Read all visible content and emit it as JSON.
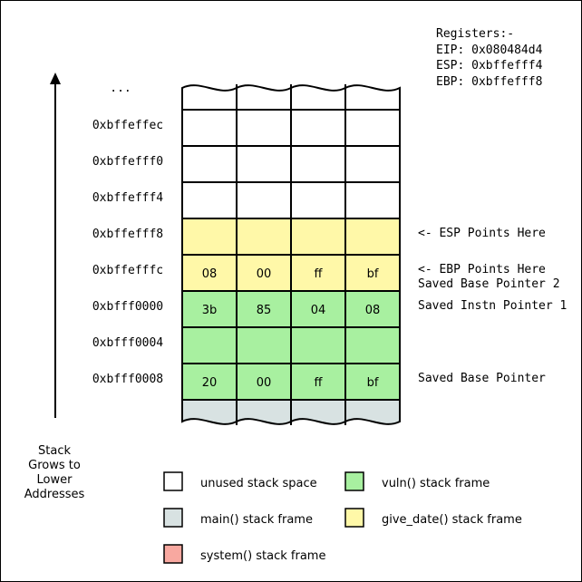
{
  "registers": {
    "title": "Registers:-",
    "eip": "EIP: 0x080484d4",
    "esp": "ESP: 0xbffefff4",
    "ebp": "EBP: 0xbffefff8"
  },
  "colors": {
    "unused": "#ffffff",
    "main": "#d8e2e2",
    "vuln": "#a8f0a0",
    "give_date": "#fff8a8",
    "system": "#f8a8a0",
    "border": "#000000"
  },
  "stack": {
    "top_ellipsis": "...",
    "rows": [
      {
        "address": "0xbffeffec",
        "frame": "unused",
        "bytes": [
          "",
          "",
          "",
          ""
        ],
        "note": "",
        "note2": ""
      },
      {
        "address": "0xbffefff0",
        "frame": "unused",
        "bytes": [
          "",
          "",
          "",
          ""
        ],
        "note": "",
        "note2": ""
      },
      {
        "address": "0xbffefff4",
        "frame": "unused",
        "bytes": [
          "",
          "",
          "",
          ""
        ],
        "note": "",
        "note2": ""
      },
      {
        "address": "0xbffefff8",
        "frame": "give_date",
        "bytes": [
          "",
          "",
          "",
          ""
        ],
        "note": "<- ESP Points Here",
        "note2": ""
      },
      {
        "address": "0xbffefffc",
        "frame": "give_date",
        "bytes": [
          "08",
          "00",
          "ff",
          "bf"
        ],
        "note": "<- EBP Points Here",
        "note2": "Saved Base Pointer 2"
      },
      {
        "address": "0xbfff0000",
        "frame": "vuln",
        "bytes": [
          "3b",
          "85",
          "04",
          "08"
        ],
        "note": "Saved Instn Pointer 1",
        "note2": ""
      },
      {
        "address": "0xbfff0004",
        "frame": "vuln",
        "bytes": [
          "",
          "",
          "",
          ""
        ],
        "note": "",
        "note2": ""
      },
      {
        "address": "0xbfff0008",
        "frame": "vuln",
        "bytes": [
          "20",
          "00",
          "ff",
          "bf"
        ],
        "note": "Saved Base Pointer",
        "note2": ""
      }
    ],
    "bottom_frame": "main"
  },
  "growth_label": [
    "Stack",
    "Grows to",
    "Lower",
    "Addresses"
  ],
  "legend": [
    {
      "frame": "unused",
      "label": "unused stack space"
    },
    {
      "frame": "vuln",
      "label": "vuln() stack frame"
    },
    {
      "frame": "main",
      "label": "main() stack frame"
    },
    {
      "frame": "give_date",
      "label": "give_date() stack frame"
    },
    {
      "frame": "system",
      "label": "system() stack frame"
    }
  ]
}
